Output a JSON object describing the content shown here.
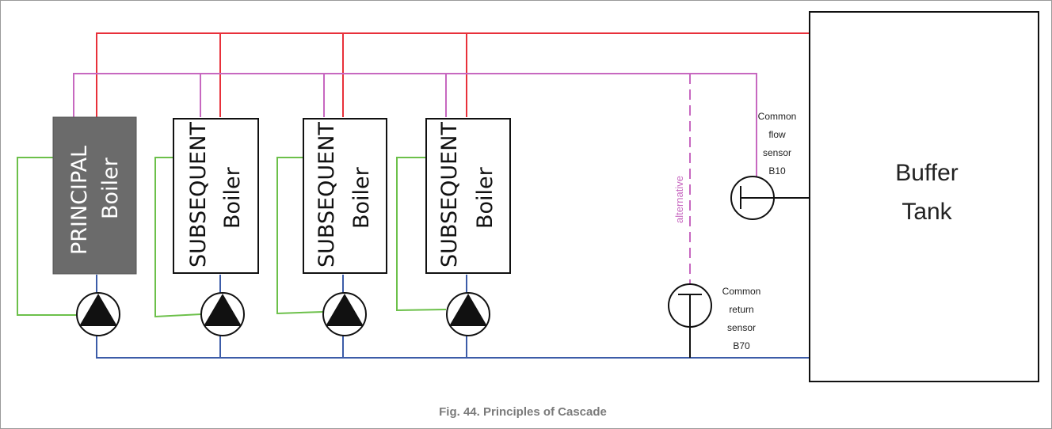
{
  "boilers": [
    {
      "line1": "PRINCIPAL",
      "line2": "Boiler"
    },
    {
      "line1": "SUBSEQUENT",
      "line2": "Boiler"
    },
    {
      "line1": "SUBSEQUENT",
      "line2": "Boiler"
    },
    {
      "line1": "SUBSEQUENT",
      "line2": "Boiler"
    }
  ],
  "buffer_tank": {
    "line1": "Buffer",
    "line2": "Tank"
  },
  "flow_sensor": {
    "line1": "Common",
    "line2": "flow",
    "line3": "sensor",
    "line4": "B10"
  },
  "return_sensor": {
    "line1": "Common",
    "line2": "return",
    "line3": "sensor",
    "line4": "B70"
  },
  "alternative_label": "alternative",
  "caption": "Fig. 44. Principles of Cascade",
  "colors": {
    "flow_line": "#e8303a",
    "signal_line": "#c768c0",
    "return_line": "#3c5ca8",
    "bypass_line": "#6cc04a",
    "principal_fill": "#6b6b6b"
  }
}
